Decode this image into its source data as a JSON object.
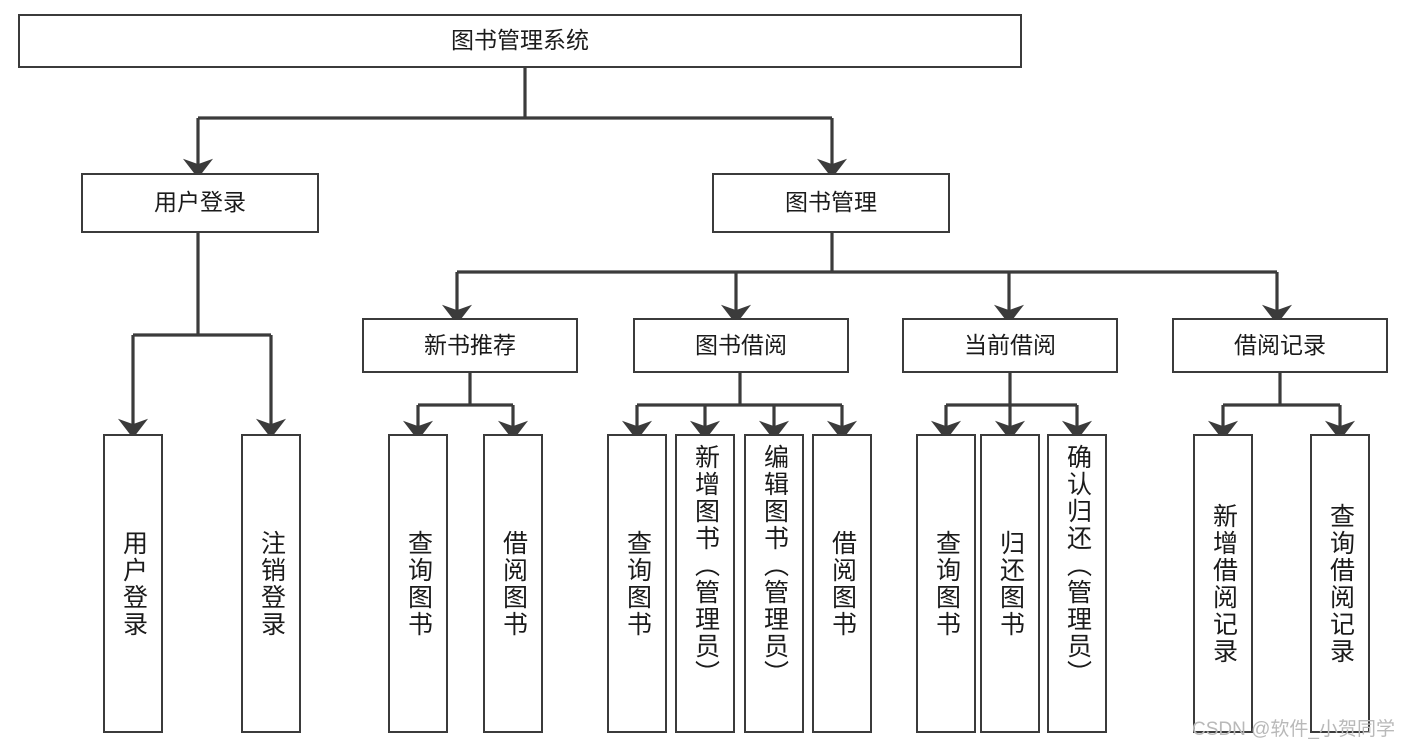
{
  "diagram": {
    "type": "tree",
    "title": "图书管理系统",
    "orientation": "top-down",
    "colors": {
      "background": "#ffffff",
      "box_border": "#3b3b3b",
      "box_fill": "#ffffff",
      "edge": "#3b3b3b",
      "text": "#1b1b1b",
      "watermark": "#b9b9b9"
    },
    "root": {
      "label": "图书管理系统"
    },
    "level1": [
      {
        "label": "用户登录"
      },
      {
        "label": "图书管理"
      }
    ],
    "level2": [
      {
        "label": "新书推荐"
      },
      {
        "label": "图书借阅"
      },
      {
        "label": "当前借阅"
      },
      {
        "label": "借阅记录"
      }
    ],
    "leaves": {
      "user_login": [
        {
          "label": "用户登录"
        },
        {
          "label": "注销登录"
        }
      ],
      "new_book_recommend": [
        {
          "label": "查询图书"
        },
        {
          "label": "借阅图书"
        }
      ],
      "book_borrow": [
        {
          "label": "查询图书"
        },
        {
          "label": "新增图书（管理员）"
        },
        {
          "label": "编辑图书（管理员）"
        },
        {
          "label": "借阅图书"
        }
      ],
      "current_borrow": [
        {
          "label": "查询图书"
        },
        {
          "label": "归还图书"
        },
        {
          "label": "确认归还（管理员）"
        }
      ],
      "borrow_record": [
        {
          "label": "新增借阅记录"
        },
        {
          "label": "查询借阅记录"
        }
      ]
    }
  },
  "watermark": {
    "text": "CSDN @软件_小贺同学"
  }
}
